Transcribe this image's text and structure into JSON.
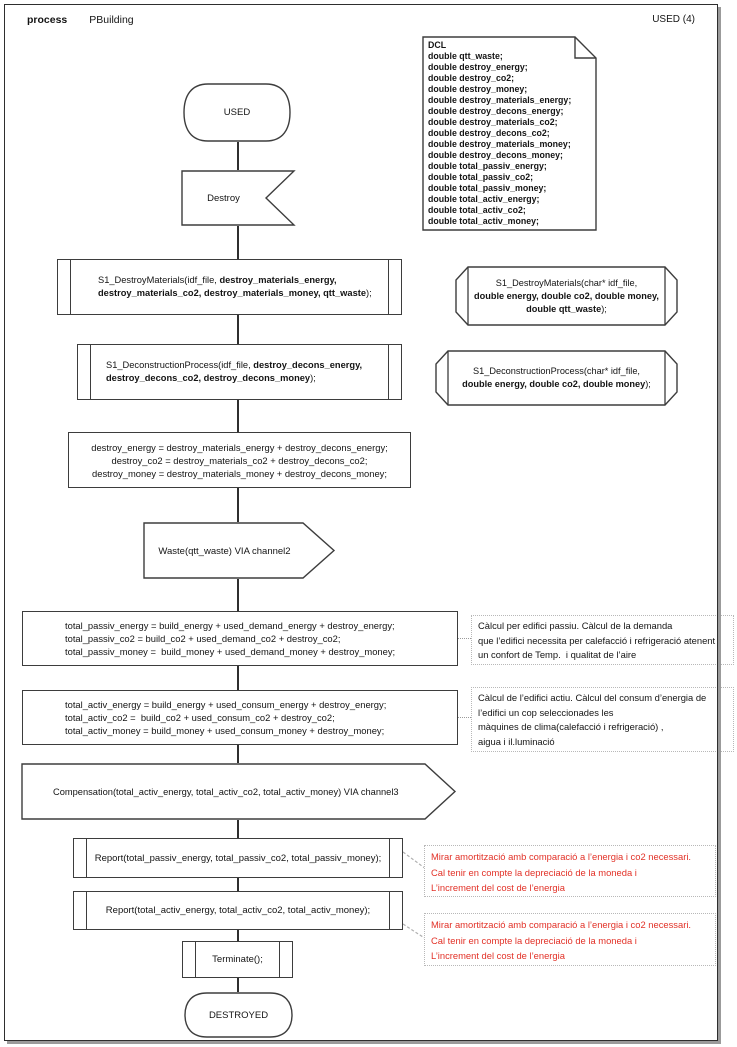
{
  "header": {
    "kind_label": "process",
    "name": "PBuilding",
    "page_ref": "USED (4)"
  },
  "dcl_note": {
    "text": "DCL\ndouble qtt_waste;\ndouble destroy_energy;\ndouble destroy_co2;\ndouble destroy_money;\ndouble destroy_materials_energy;\ndouble destroy_decons_energy;\ndouble destroy_materials_co2;\ndouble destroy_decons_co2;\ndouble destroy_materials_money;\ndouble destroy_decons_money;\ndouble total_passiv_energy;\ndouble total_passiv_co2;\ndouble total_passiv_money;\ndouble total_activ_energy;\ndouble total_activ_co2;\ndouble total_activ_money;"
  },
  "nodes": {
    "used_state": {
      "label": "USED"
    },
    "destroy_input": {
      "label": "Destroy"
    },
    "proc_destroy_materials": {
      "l1a": "S1_DestroyMaterials(idf_file, ",
      "l1b": "destroy_materials_energy,",
      "l2a": "destroy_materials_co2, destroy_materials_money, qtt_waste",
      "l2b": ");"
    },
    "decl_destroy_materials": {
      "l1": "S1_DestroyMaterials(char* idf_file,",
      "l2": "double energy, double co2, double money,",
      "l3a": "double qtt_waste",
      "l3b": ");"
    },
    "proc_deconstruction": {
      "l1a": "S1_DeconstructionProcess(idf_file, ",
      "l1b": "destroy_decons_energy,",
      "l2a": "destroy_decons_co2, destroy_decons_money",
      "l2b": ");"
    },
    "decl_deconstruction": {
      "l1": "S1_DeconstructionProcess(char* idf_file,",
      "l2a": "double energy, double co2, double money",
      "l2b": ");"
    },
    "task_destroy_sum": {
      "text": "destroy_energy = destroy_materials_energy + destroy_decons_energy;\ndestroy_co2 = destroy_materials_co2 + destroy_decons_co2;\ndestroy_money = destroy_materials_money + destroy_decons_money;"
    },
    "output_waste": {
      "label": "Waste(qtt_waste) VIA channel2"
    },
    "task_total_passiv": {
      "text": "total_passiv_energy = build_energy + used_demand_energy + destroy_energy;\ntotal_passiv_co2 = build_co2 + used_demand_co2 + destroy_co2;\ntotal_passiv_money =  build_money + used_demand_money + destroy_money;"
    },
    "task_total_activ": {
      "text": "total_activ_energy = build_energy + used_consum_energy + destroy_energy;\ntotal_activ_co2 =  build_co2 + used_consum_co2 + destroy_co2;\ntotal_activ_money = build_money + used_consum_money + destroy_money;"
    },
    "output_compensation": {
      "label": "Compensation(total_activ_energy, total_activ_co2, total_activ_money) VIA channel3"
    },
    "proc_report_passiv": {
      "label": "Report(total_passiv_energy, total_passiv_co2, total_passiv_money);"
    },
    "proc_report_activ": {
      "label": "Report(total_activ_energy, total_activ_co2, total_activ_money);"
    },
    "proc_terminate": {
      "label": "Terminate();"
    },
    "destroyed_state": {
      "label": "DESTROYED"
    }
  },
  "comments": {
    "passiv": {
      "text": "Càlcul per edifici passiu. Càlcul de la demanda\nque l’edifici necessita per calefacció i refrigeració atenent\nun confort de Temp.  i qualitat de l’aire"
    },
    "activ": {
      "text": "Càlcul de l’edifici actiu. Càlcul del consum d’energia de\nl’edifici un cop seleccionades les\nmàquines de clima(calefacció i refrigeració) ,\naigua i il.luminació"
    },
    "report_passiv": {
      "text": "Mirar amortització amb comparació a l’energia i co2 necessari.\nCal tenir en compte la depreciació de la moneda i\nL’increment del cost de l’energia"
    },
    "report_activ": {
      "text": "Mirar amortització amb comparació a l’energia i co2 necessari.\nCal tenir en compte la depreciació de la moneda i\nL’increment del cost de l’energia"
    }
  },
  "colors": {
    "stroke": "#3d3d3d",
    "red_text": "#e23127",
    "comment_border": "#b8b8b8"
  }
}
